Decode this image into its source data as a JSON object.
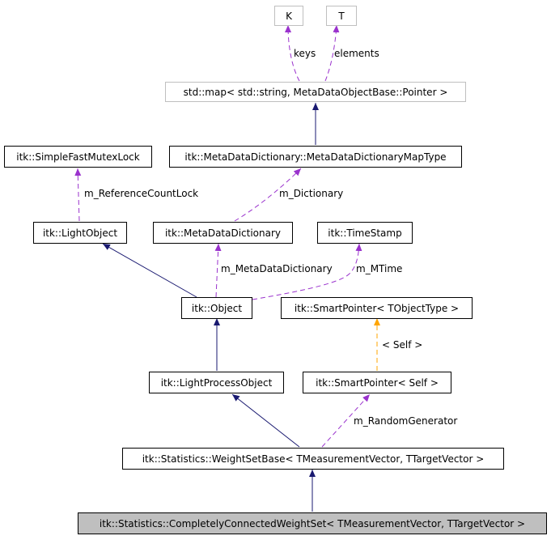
{
  "nodes": {
    "k": "K",
    "t": "T",
    "std_map": "std::map< std::string, MetaDataObjectBase::Pointer >",
    "simple_fast_mutex_lock": "itk::SimpleFastMutexLock",
    "dictionary_map_type": "itk::MetaDataDictionary::MetaDataDictionaryMapType",
    "light_object": "itk::LightObject",
    "meta_data_dictionary": "itk::MetaDataDictionary",
    "time_stamp": "itk::TimeStamp",
    "object": "itk::Object",
    "smart_pointer_tobjecttype": "itk::SmartPointer< TObjectType >",
    "light_process_object": "itk::LightProcessObject",
    "smart_pointer_self": "itk::SmartPointer< Self >",
    "weight_set_base": "itk::Statistics::WeightSetBase< TMeasurementVector, TTargetVector >",
    "completely_connected": "itk::Statistics::CompletelyConnectedWeightSet< TMeasurementVector, TTargetVector >"
  },
  "edge_labels": {
    "keys": "keys",
    "elements": "elements",
    "m_reference_count_lock": "m_ReferenceCountLock",
    "m_dictionary": "m_Dictionary",
    "m_meta_data_dictionary": "m_MetaDataDictionary",
    "m_mtime": "m_MTime",
    "self": "< Self >",
    "m_random_generator": "m_RandomGenerator"
  },
  "colors": {
    "inheritance": "#191970",
    "usage": "#9a32cd",
    "template": "#ffa500",
    "focus_fill": "#bfbfbf",
    "external_border": "#bfbfbf"
  }
}
